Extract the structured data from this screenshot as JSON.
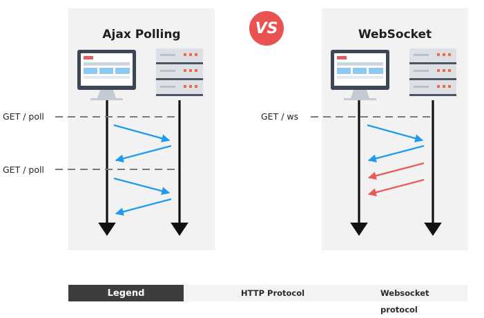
{
  "left_panel": {
    "title": "Ajax Polling"
  },
  "right_panel": {
    "title": "WebSocket"
  },
  "vs_badge": "VS",
  "requests": {
    "left": [
      "GET / poll",
      "GET / poll"
    ],
    "right": [
      "GET / ws"
    ]
  },
  "legend": {
    "title": "Legend",
    "items": [
      {
        "label": "HTTP Protocol",
        "color": "#1e9bf0"
      },
      {
        "label": "Websocket protocol",
        "color": "#ea5a5a"
      }
    ]
  },
  "colors": {
    "http": "#1e9bf0",
    "websocket": "#ea5a5a",
    "monitor_dark": "#3c4654",
    "server_body": "#dde1e6",
    "server_led_red": "#f06a4a",
    "vs_badge": "#ea5252"
  }
}
